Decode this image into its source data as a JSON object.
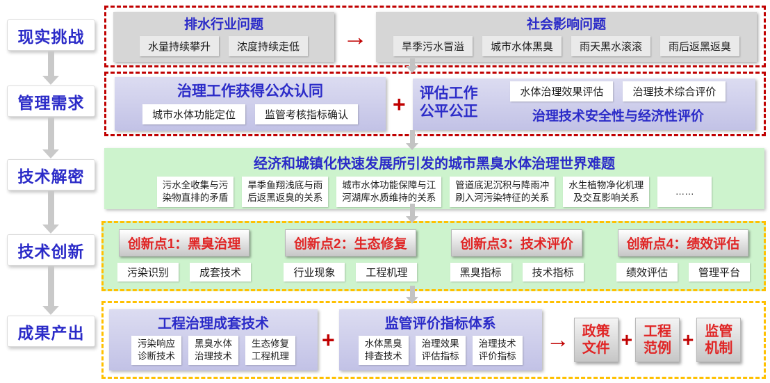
{
  "palette": {
    "blue_text": "#2b2bc8",
    "red_dash": "#c00000",
    "yellow_dash": "#ffc000",
    "green_bg": "#cdf3cd",
    "lavender_bg": "#cbcbe9",
    "gray_panel": "#d6d6d6",
    "innovation_red": "#e02525",
    "arrow_gray": "#c9c9c9"
  },
  "icons": {
    "plus": "+",
    "right_arrow": "→"
  },
  "stages": [
    {
      "label": "现实挑战"
    },
    {
      "label": "管理需求"
    },
    {
      "label": "技术解密"
    },
    {
      "label": "技术创新"
    },
    {
      "label": "成果产出"
    }
  ],
  "row1": {
    "left": {
      "title": "排水行业问题",
      "items": [
        "水量持续攀升",
        "浓度持续走低"
      ]
    },
    "right": {
      "title": "社会影响问题",
      "items": [
        "旱季污水冒溢",
        "城市水体黑臭",
        "雨天黑水滚滚",
        "雨后返黑返臭"
      ]
    }
  },
  "row2": {
    "left": {
      "title": "治理工作获得公众认同",
      "items": [
        "城市水体功能定位",
        "监管考核指标确认"
      ]
    },
    "right": {
      "title_line1": "评估工作",
      "title_line2": "公平公正",
      "items": [
        "水体治理效果评估",
        "治理技术综合评价"
      ],
      "bottom": "治理技术安全性与经济性评价"
    }
  },
  "row3": {
    "title": "经济和城镇化快速发展所引发的城市黑臭水体治理世界难题",
    "items": [
      "污水全收集与污\n染物直排的矛盾",
      "旱季鱼翔浅底与雨\n后返黑返臭的关系",
      "城市水体功能保障与江\n河湖库水质维持的关系",
      "管道底泥沉积与降雨冲\n刷入河污染特征的关系",
      "水生植物净化机理\n及交互影响关系",
      "……"
    ]
  },
  "row4": {
    "groups": [
      {
        "header": "创新点1：黑臭治理",
        "items": [
          "污染识别",
          "成套技术"
        ]
      },
      {
        "header": "创新点2：生态修复",
        "items": [
          "行业现象",
          "工程机理"
        ]
      },
      {
        "header": "创新点3：技术评价",
        "items": [
          "黑臭指标",
          "技术指标"
        ]
      },
      {
        "header": "创新点4：绩效评估",
        "items": [
          "绩效评估",
          "管理平台"
        ]
      }
    ]
  },
  "row5": {
    "left": {
      "title": "工程治理成套技术",
      "items": [
        "污染响应\n诊断技术",
        "黑臭水体\n治理技术",
        "生态修复\n工程机理"
      ]
    },
    "right": {
      "title": "监管评价指标体系",
      "items": [
        "水体黑臭\n排查技术",
        "治理效果\n评估指标",
        "治理技术\n评价指标"
      ]
    },
    "outputs": [
      "政策\n文件",
      "工程\n范例",
      "监管\n机制"
    ]
  }
}
